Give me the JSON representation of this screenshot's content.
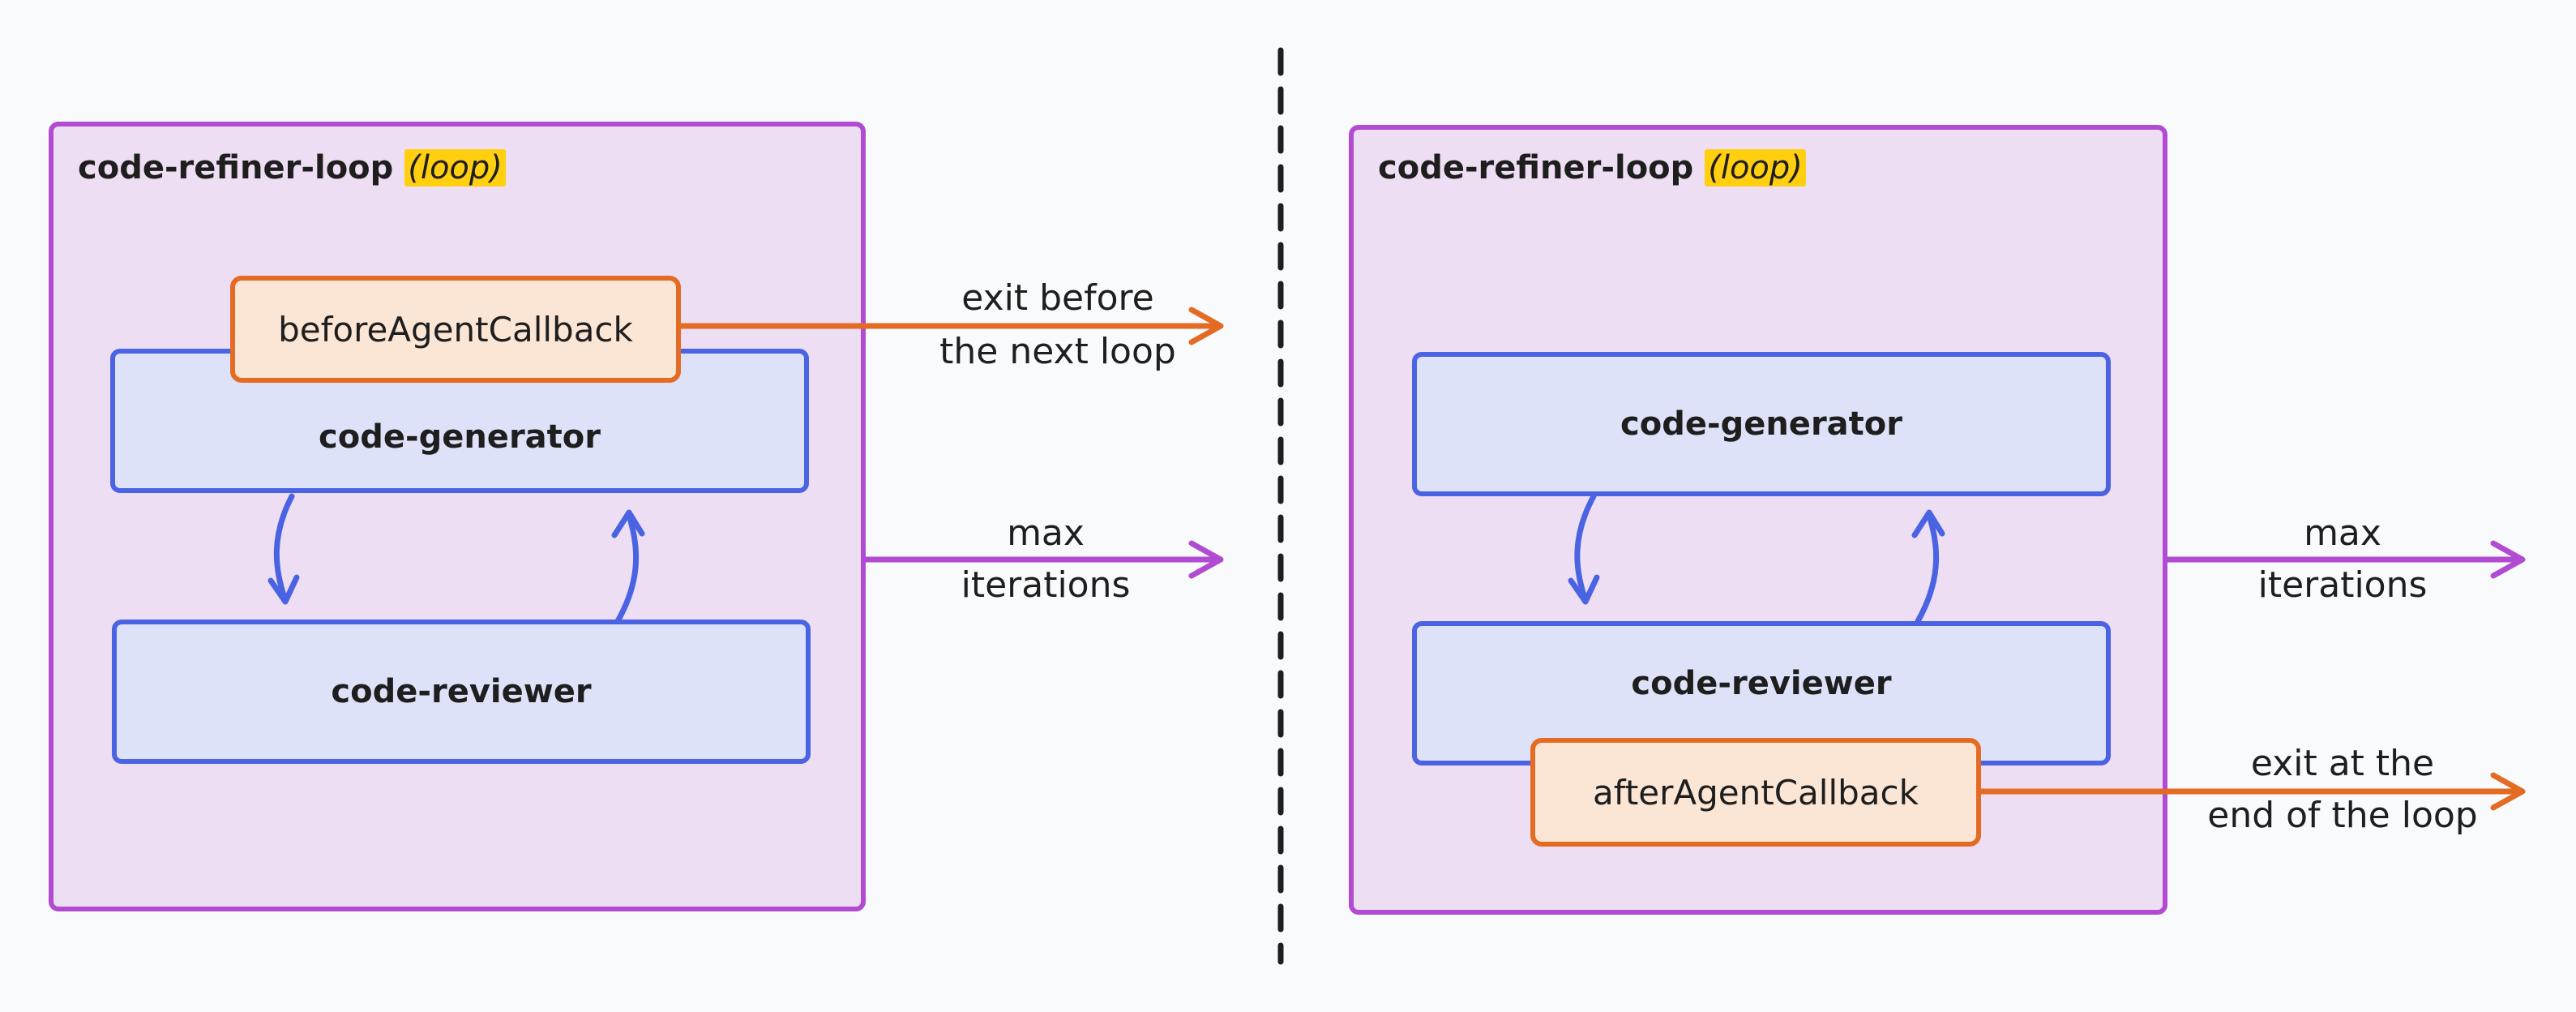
{
  "colors": {
    "outer_fill": "#eedef3",
    "outer_stroke": "#b14bd1",
    "agent_fill": "#dee2f8",
    "agent_stroke": "#4a63e2",
    "callback_fill": "#fbe5d5",
    "callback_stroke": "#e36b23",
    "tag_highlight": "#ffcf10"
  },
  "left": {
    "title": "code-refiner-loop",
    "tag": "(loop)",
    "callback": "beforeAgentCallback",
    "generator": "code-generator",
    "reviewer": "code-reviewer",
    "exit_label_line1": "exit before",
    "exit_label_line2": "the next loop",
    "max_label_line1": "max",
    "max_label_line2": "iterations"
  },
  "right": {
    "title": "code-refiner-loop",
    "tag": "(loop)",
    "callback": "afterAgentCallback",
    "generator": "code-generator",
    "reviewer": "code-reviewer",
    "exit_label_line1": "exit at the",
    "exit_label_line2": "end of the loop",
    "max_label_line1": "max",
    "max_label_line2": "iterations"
  }
}
